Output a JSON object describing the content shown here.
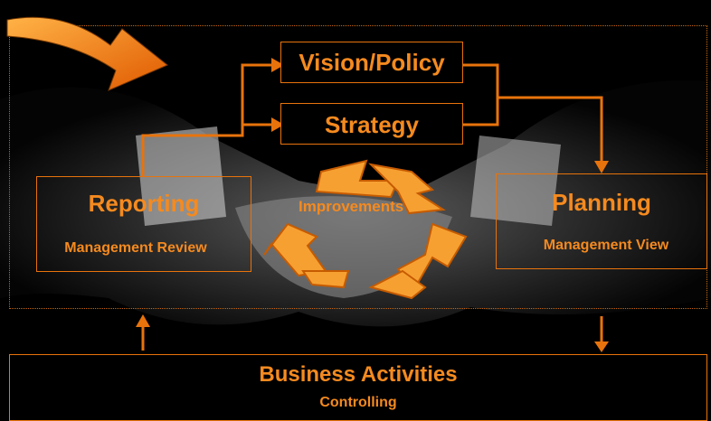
{
  "top": {
    "vision_label": "Vision/Policy",
    "strategy_label": "Strategy"
  },
  "left": {
    "title": "Reporting",
    "subtitle": "Management Review"
  },
  "right": {
    "title": "Planning",
    "subtitle": "Management View"
  },
  "center": {
    "label": "Improvements"
  },
  "bottom": {
    "title": "Business Activities",
    "subtitle": "Controlling"
  },
  "colors": {
    "accent": "#f58a1f",
    "line": "#e8730c",
    "background": "#000000"
  },
  "icons": [
    "curved-arrow-icon",
    "recycle-arrows-icon",
    "handshake-photo"
  ]
}
